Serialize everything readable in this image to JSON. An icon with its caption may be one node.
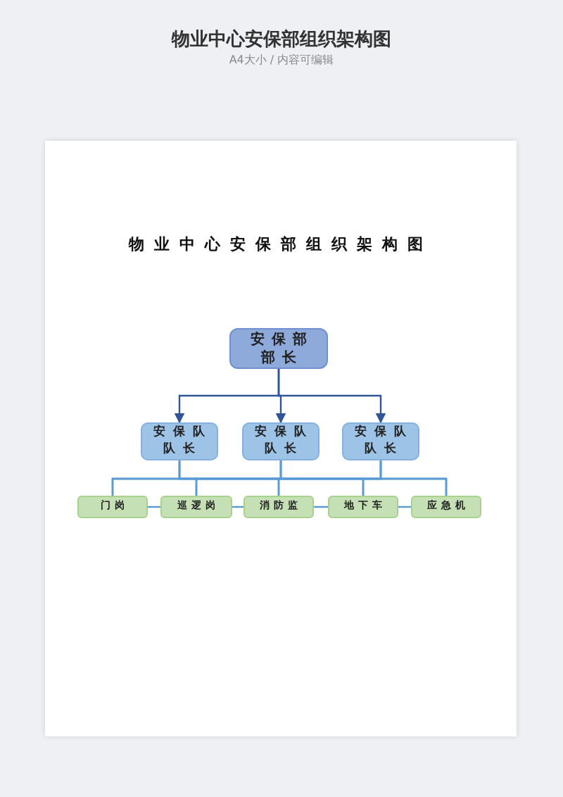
{
  "diagram": {
    "title": "物业中心安保部组织架构图",
    "nodes": [
      {
        "text": [
          "安保部部长"
        ]
      },
      {
        "text": [
          "安保队队长"
        ]
      },
      {
        "text": [
          "安保队队长"
        ]
      },
      {
        "text": [
          "安保队队长"
        ]
      },
      {
        "text": [
          "门岗"
        ]
      },
      {
        "text": [
          "巡逻岗"
        ]
      },
      {
        "text": [
          "消防监"
        ]
      },
      {
        "text": [
          "地下车"
        ]
      },
      {
        "text": [
          "应急机"
        ]
      }
    ],
    "edges": [
      {
        "from": 0,
        "to": 1,
        "arrow": "to"
      },
      {
        "from": 0,
        "to": 2,
        "arrow": "to"
      },
      {
        "from": 0,
        "to": 3,
        "arrow": "to"
      },
      {
        "from": 1,
        "to": 4,
        "arrow": "none"
      },
      {
        "from": 1,
        "to": 5,
        "arrow": "none"
      },
      {
        "from": 1,
        "to": 6,
        "arrow": "none"
      },
      {
        "from": 1,
        "to": 7,
        "arrow": "none"
      },
      {
        "from": 1,
        "to": 8,
        "arrow": "none"
      },
      {
        "from": 2,
        "to": 4,
        "arrow": "none"
      },
      {
        "from": 2,
        "to": 5,
        "arrow": "none"
      },
      {
        "from": 2,
        "to": 6,
        "arrow": "none"
      },
      {
        "from": 2,
        "to": 7,
        "arrow": "none"
      },
      {
        "from": 2,
        "to": 8,
        "arrow": "none"
      },
      {
        "from": 3,
        "to": 4,
        "arrow": "none"
      },
      {
        "from": 3,
        "to": 5,
        "arrow": "none"
      },
      {
        "from": 3,
        "to": 6,
        "arrow": "none"
      },
      {
        "from": 3,
        "to": 7,
        "arrow": "none"
      },
      {
        "from": 3,
        "to": 8,
        "arrow": "none"
      },
      {
        "from": 4,
        "to": 5,
        "arrow": "none"
      },
      {
        "from": 5,
        "to": 6,
        "arrow": "none"
      },
      {
        "from": 6,
        "to": 7,
        "arrow": "none"
      },
      {
        "from": 7,
        "to": 8,
        "arrow": "none"
      }
    ],
    "labels": [
      "A4大小 / 内容可编辑",
      "物业中心安保部组织架构图"
    ]
  }
}
